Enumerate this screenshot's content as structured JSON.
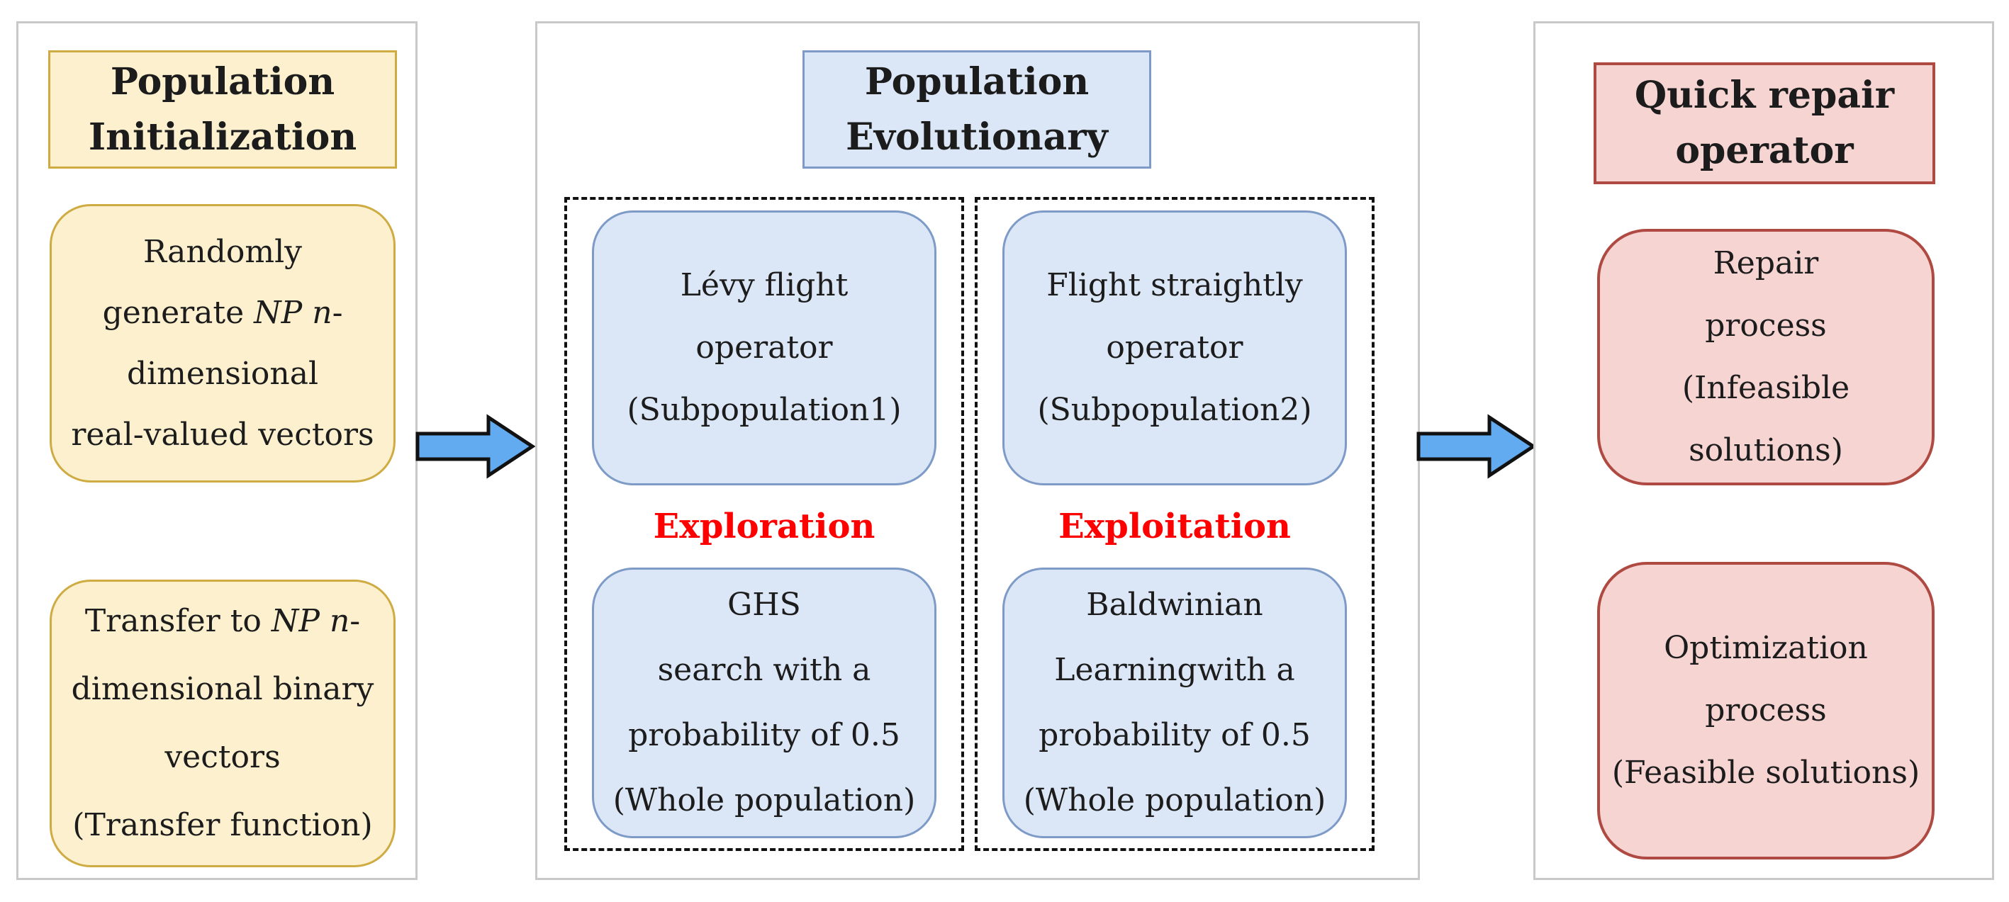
{
  "colors": {
    "yellow_fill": "#FCF0CE",
    "yellow_border": "#CFAC43",
    "blue_fill": "#DBE7F6",
    "blue_border": "#7E9BC8",
    "pink_fill": "#F6D4D2",
    "pink_border": "#AF4A42",
    "arrow_fill": "#63ABF0",
    "arrow_outline": "#111111",
    "label_red": "#FF0000",
    "panel_border": "#C9C9C9",
    "text": "#1C1C1C"
  },
  "left": {
    "title": {
      "l1": "Population",
      "l2": "Initialization"
    },
    "box1": {
      "l1": "Randomly",
      "l2a": "generate ",
      "l2b": "NP n",
      "l2c": "-",
      "l3": "dimensional",
      "l4": "real-valued vectors"
    },
    "box2": {
      "l1a": "Transfer to ",
      "l1b": "NP n",
      "l1c": "-",
      "l2": "dimensional binary",
      "l3": "vectors",
      "l4": "(Transfer function)"
    }
  },
  "middle": {
    "title": {
      "l1": "Population",
      "l2": "Evolutionary"
    },
    "col1": {
      "box1": {
        "l1": "Lévy flight",
        "l2": "operator",
        "l3": "(Subpopulation1)"
      },
      "label": "Exploration",
      "box2": {
        "l1": "GHS",
        "l2": "search with a",
        "l3": "probability of 0.5",
        "l4": "(Whole population)"
      }
    },
    "col2": {
      "box1": {
        "l1": "Flight straightly",
        "l2": "operator",
        "l3": "(Subpopulation2)"
      },
      "label": "Exploitation",
      "box2": {
        "l1": "Baldwinian",
        "l2": "Learningwith a",
        "l3": "probability of 0.5",
        "l4": "(Whole population)"
      }
    }
  },
  "right": {
    "title": {
      "l1": "Quick repair",
      "l2": "operator"
    },
    "box1": {
      "l1": "Repair",
      "l2": "process",
      "l3": "(Infeasible solutions)"
    },
    "box2": {
      "l1": "Optimization",
      "l2": "process",
      "l3": "(Feasible solutions)"
    }
  }
}
